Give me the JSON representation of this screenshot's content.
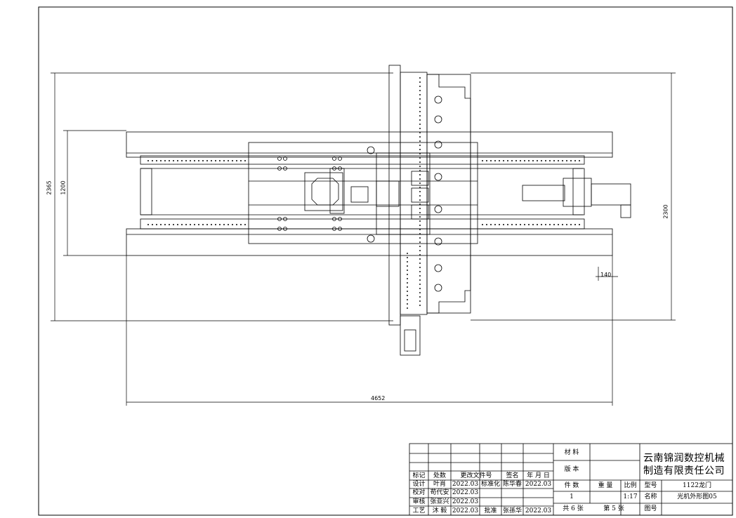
{
  "drawing": {
    "dimensions": {
      "overall_length": "4652",
      "overall_width_left": "2365",
      "rail_span": "1200",
      "overall_width_right": "2300",
      "offset": "140"
    }
  },
  "title_block": {
    "material_label": "材 料",
    "edition_label": "版 本",
    "company_line1": "云南锦润数控机械",
    "company_line2": "制造有限责任公司",
    "revision_headers": [
      "标记",
      "处数",
      "更改文件号",
      "签名",
      "年 月 日"
    ],
    "rows": [
      {
        "role": "设计",
        "name": "叶肖",
        "date": "2022.03",
        "role2": "标准化",
        "name2": "陈华春",
        "date2": "2022.03"
      },
      {
        "role": "校对",
        "name": "苟代安",
        "date": "2022.03"
      },
      {
        "role": "审核",
        "name": "张亚兴",
        "date": "2022.03"
      },
      {
        "role": "工艺",
        "name": "沐 毅",
        "date": "2022.03",
        "role2": "批准",
        "name2": "张孫华",
        "date2": "2022.03"
      }
    ],
    "pieces_label": "件 数",
    "weight_label": "重 量",
    "scale_label": "比例",
    "pieces_value": "1",
    "scale_value": "1:17",
    "model_label": "型号",
    "model_value": "1122龙门",
    "name_label": "名称",
    "name_value": "光机外形图05",
    "total_sheets": "共 6 张",
    "sheet_no": "第 5 张",
    "drawing_no_label": "图号"
  }
}
